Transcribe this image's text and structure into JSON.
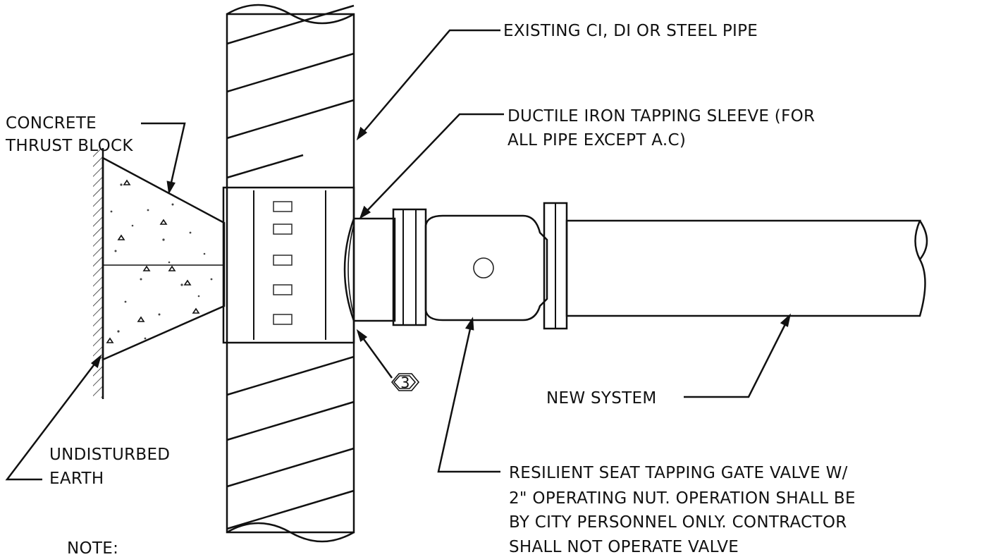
{
  "labels": {
    "existing_pipe": "EXISTING CI, DI OR STEEL PIPE",
    "tapping_sleeve_line1": "DUCTILE IRON TAPPING SLEEVE (FOR",
    "tapping_sleeve_line2": "ALL PIPE EXCEPT A.C)",
    "thrust_block_line1": "CONCRETE",
    "thrust_block_line2": "THRUST BLOCK",
    "new_system": "NEW SYSTEM",
    "earth_line1": "UNDISTURBED",
    "earth_line2": "EARTH",
    "valve_line1": "RESILIENT SEAT TAPPING GATE VALVE W/",
    "valve_line2": "2\" OPERATING NUT.  OPERATION SHALL BE",
    "valve_line3": "BY CITY PERSONNEL ONLY.  CONTRACTOR",
    "valve_line4": "SHALL NOT OPERATE VALVE",
    "note": "NOTE:",
    "callout_number": "3"
  },
  "colors": {
    "ink": "#111111",
    "fill_dark": "#3a3a3a",
    "concrete": "#f4f1ea"
  }
}
